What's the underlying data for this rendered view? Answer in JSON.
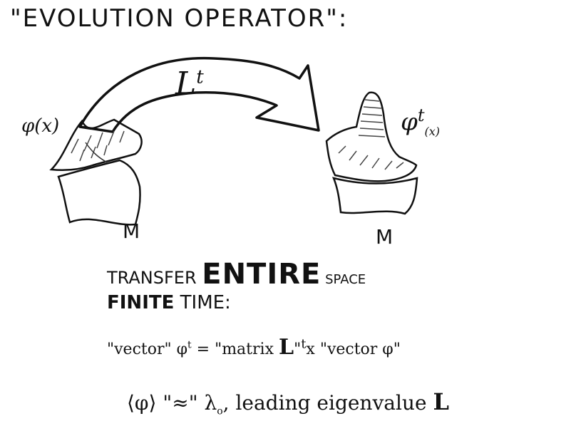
{
  "title": "\"EVOLUTION OPERATOR\":",
  "diagram": {
    "operator_label": "L",
    "operator_superscript": "t",
    "left_function_label": "φ(x)",
    "right_function_label": "φ",
    "right_function_superscript": "t",
    "right_function_subscript": "(x)",
    "left_manifold_label": "M",
    "right_manifold_label": "M"
  },
  "text": {
    "transfer_prefix": "TRANSFER ",
    "transfer_big": "ENTIRE",
    "transfer_suffix": " SPACE",
    "finite_bold": "FINITE",
    "finite_rest": " TIME:",
    "vector_line_a": "\"vector\" φ",
    "vector_line_a_sup": "t",
    "vector_line_b": " = \"matrix ",
    "vector_line_matrix": "L",
    "vector_line_c": "\"",
    "vector_line_c_sup": "t",
    "vector_line_d": "x \"vector φ\"",
    "eigen_a": "⟨φ⟩  \"≈\"  λ",
    "eigen_sub": "o",
    "eigen_b": ", leading eigenvalue ",
    "eigen_bold": "L"
  }
}
